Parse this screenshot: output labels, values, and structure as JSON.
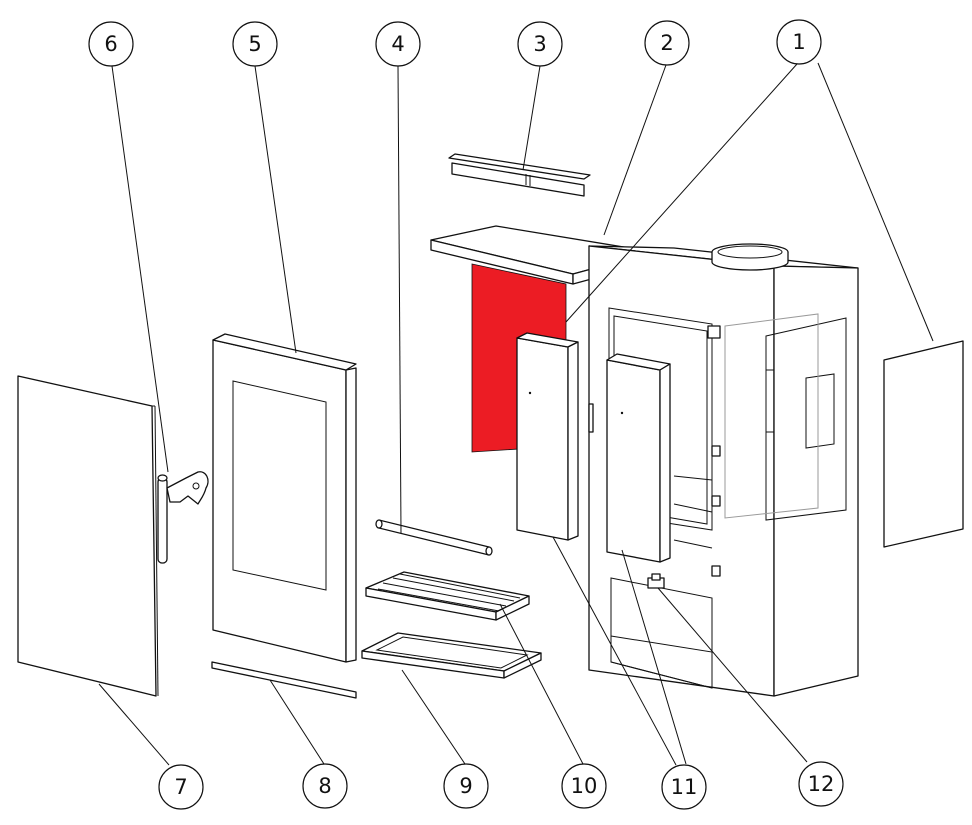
{
  "colors": {
    "line": "#111111",
    "background": "#ffffff",
    "highlight_panel": "#ec1c24"
  },
  "callouts": [
    {
      "id": "1",
      "label": "1"
    },
    {
      "id": "2",
      "label": "2"
    },
    {
      "id": "3",
      "label": "3"
    },
    {
      "id": "4",
      "label": "4"
    },
    {
      "id": "5",
      "label": "5"
    },
    {
      "id": "6",
      "label": "6"
    },
    {
      "id": "7",
      "label": "7"
    },
    {
      "id": "8",
      "label": "8"
    },
    {
      "id": "9",
      "label": "9"
    },
    {
      "id": "10",
      "label": "10"
    },
    {
      "id": "11",
      "label": "11"
    },
    {
      "id": "12",
      "label": "12"
    }
  ]
}
